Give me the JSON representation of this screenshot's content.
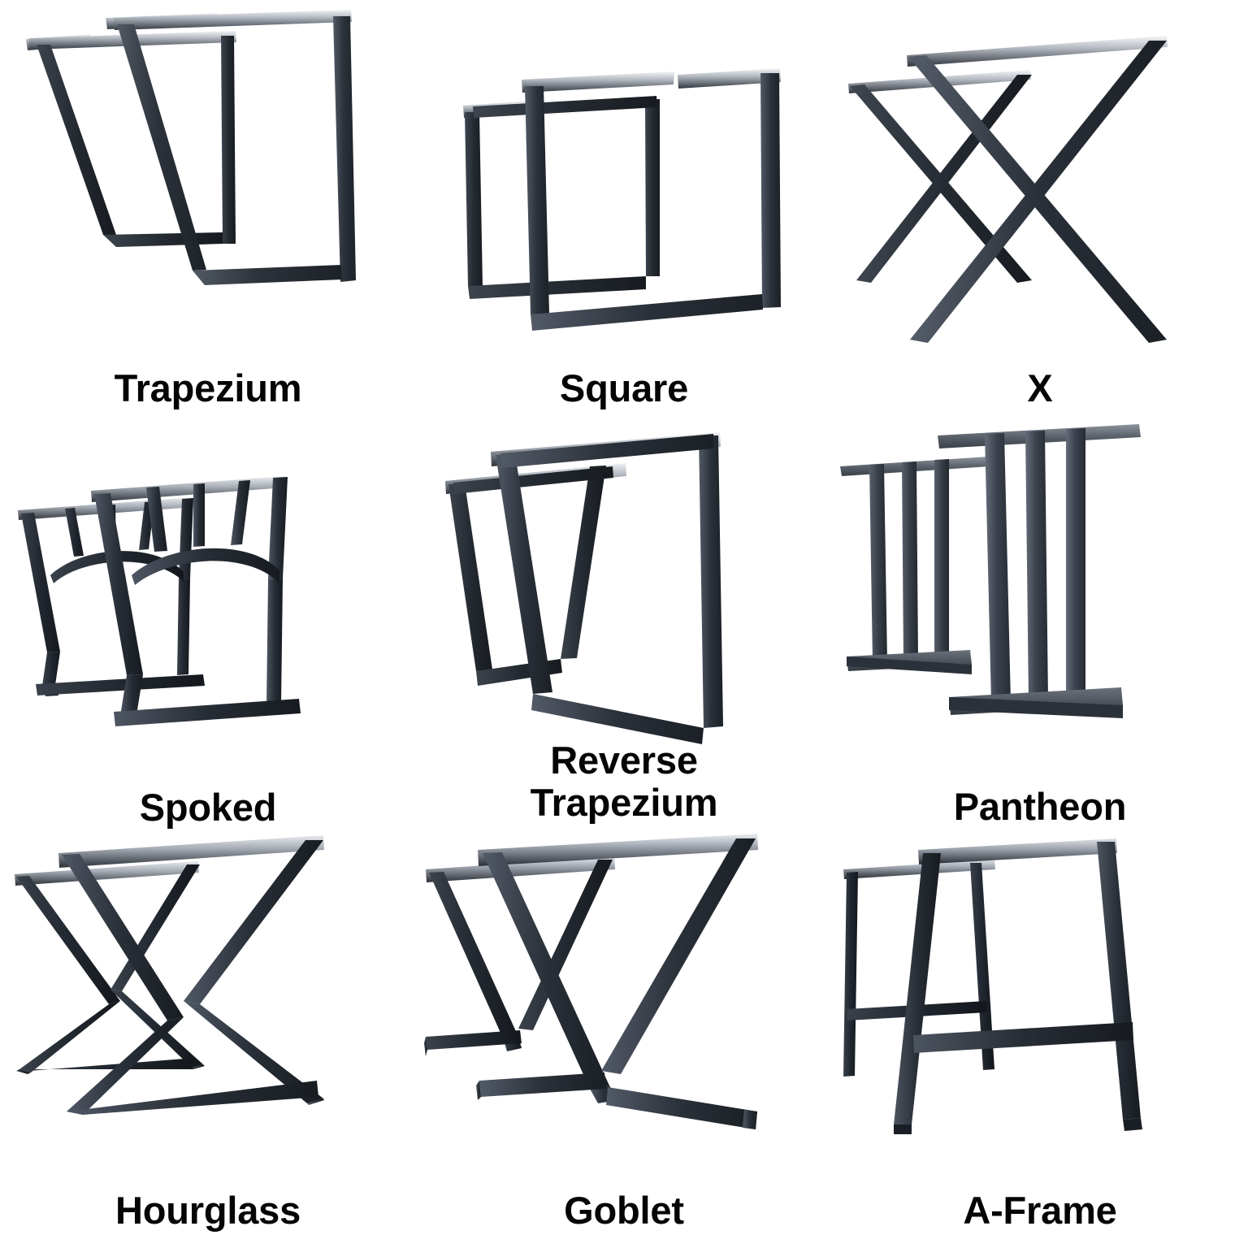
{
  "page": {
    "background_color": "#ffffff",
    "text_color": "#050505",
    "metal_dark": "#2b3038",
    "metal_mid": "#3c434d",
    "metal_light": "#5a626d",
    "metal_highlight": "#9aa2ad",
    "pantheon_metal": "#424a55",
    "columns": 3,
    "rows": 3
  },
  "items": [
    {
      "id": "trapezium",
      "label": "Trapezium",
      "icon": "table-leg-trapezium"
    },
    {
      "id": "square",
      "label": "Square",
      "icon": "table-leg-square"
    },
    {
      "id": "x",
      "label": "X",
      "icon": "table-leg-x"
    },
    {
      "id": "spoked",
      "label": "Spoked",
      "icon": "table-leg-spoked"
    },
    {
      "id": "reverse-trapezium",
      "label": "Reverse\nTrapezium",
      "icon": "table-leg-reverse-trapezium"
    },
    {
      "id": "pantheon",
      "label": "Pantheon",
      "icon": "table-leg-pantheon"
    },
    {
      "id": "hourglass",
      "label": "Hourglass",
      "icon": "table-leg-hourglass"
    },
    {
      "id": "goblet",
      "label": "Goblet",
      "icon": "table-leg-goblet"
    },
    {
      "id": "a-frame",
      "label": "A-Frame",
      "icon": "table-leg-a-frame"
    }
  ]
}
